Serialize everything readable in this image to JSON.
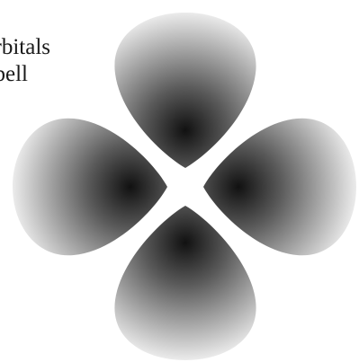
{
  "caption": {
    "line1": "orbitals",
    "line2": "bbell"
  },
  "diagram": {
    "lobes": [
      {
        "name": "top-lobe"
      },
      {
        "name": "right-lobe"
      },
      {
        "name": "bottom-lobe"
      },
      {
        "name": "left-lobe"
      }
    ],
    "colors": {
      "core": "#111111",
      "mid": "#5a5a5a",
      "edge": "#f2f2f2"
    }
  }
}
